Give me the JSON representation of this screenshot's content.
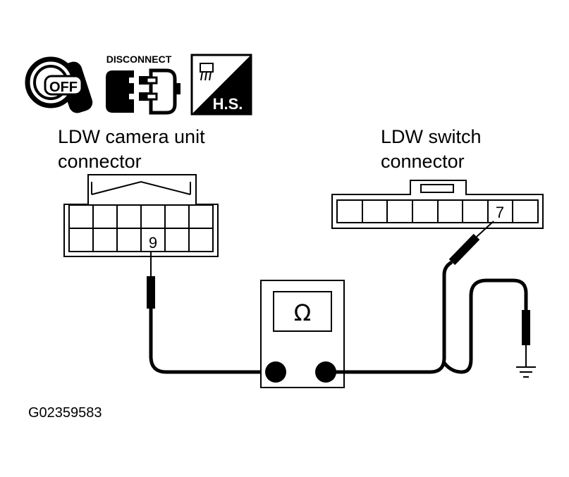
{
  "icons": {
    "ignition_off_text": "OFF",
    "disconnect_text": "DISCONNECT",
    "harness_side_text": "H.S."
  },
  "camera_connector": {
    "label_line1": "LDW camera unit",
    "label_line2": "connector",
    "terminal": "9"
  },
  "switch_connector": {
    "label_line1": "LDW switch",
    "label_line2": "connector",
    "terminal": "7"
  },
  "meter": {
    "symbol": "Ω"
  },
  "figure_code": "G02359583"
}
